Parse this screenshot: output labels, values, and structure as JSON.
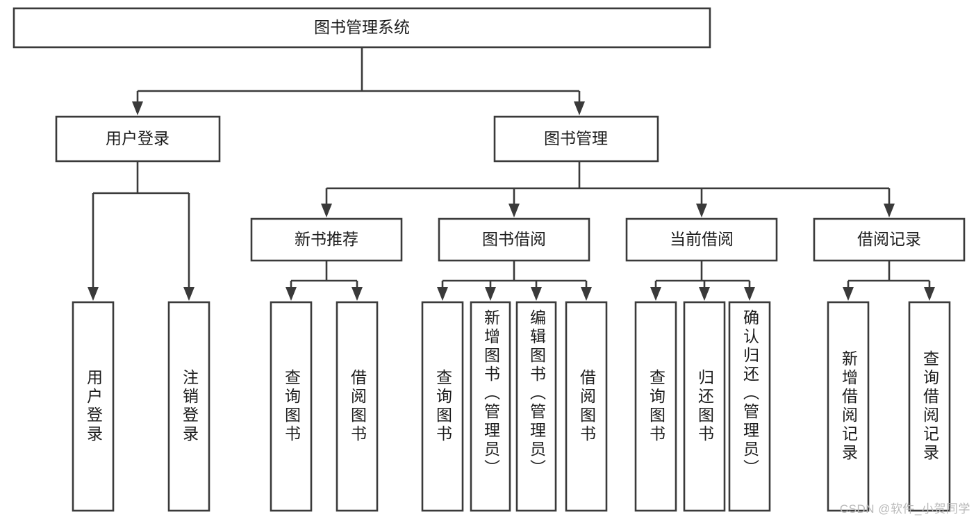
{
  "diagram": {
    "title": "图书管理系统",
    "watermark": "CSDN @软件_小贺同学",
    "colors": {
      "box_stroke": "#3a3a3a",
      "box_fill": "#ffffff",
      "text": "#1c1c1c",
      "background": "#ffffff",
      "watermark": "#b9b9b9"
    },
    "root": {
      "label": "图书管理系统"
    },
    "level2": [
      {
        "label": "用户登录"
      },
      {
        "label": "图书管理"
      }
    ],
    "level3": [
      {
        "label": "新书推荐"
      },
      {
        "label": "图书借阅"
      },
      {
        "label": "当前借阅"
      },
      {
        "label": "借阅记录"
      }
    ],
    "leaves": [
      {
        "label": "用户登录",
        "parent": "用户登录"
      },
      {
        "label": "注销登录",
        "parent": "用户登录"
      },
      {
        "label": "查询图书",
        "parent": "新书推荐"
      },
      {
        "label": "借阅图书",
        "parent": "新书推荐"
      },
      {
        "label": "查询图书",
        "parent": "图书借阅"
      },
      {
        "label": "新增图书（管理员）",
        "parent": "图书借阅"
      },
      {
        "label": "编辑图书（管理员）",
        "parent": "图书借阅"
      },
      {
        "label": "借阅图书",
        "parent": "图书借阅"
      },
      {
        "label": "查询图书",
        "parent": "当前借阅"
      },
      {
        "label": "归还图书",
        "parent": "当前借阅"
      },
      {
        "label": "确认归还（管理员）",
        "parent": "当前借阅"
      },
      {
        "label": "新增借阅记录",
        "parent": "借阅记录"
      },
      {
        "label": "查询借阅记录",
        "parent": "借阅记录"
      }
    ]
  },
  "chart_data": {
    "type": "table",
    "title": "图书管理系统",
    "structure": "tree",
    "levels": [
      [
        "图书管理系统"
      ],
      [
        "用户登录",
        "图书管理"
      ],
      [
        "新书推荐",
        "图书借阅",
        "当前借阅",
        "借阅记录"
      ],
      [
        "用户登录",
        "注销登录",
        "查询图书",
        "借阅图书",
        "查询图书",
        "新增图书（管理员）",
        "编辑图书（管理员）",
        "借阅图书",
        "查询图书",
        "归还图书",
        "确认归还（管理员）",
        "新增借阅记录",
        "查询借阅记录"
      ]
    ],
    "edges": [
      [
        "图书管理系统",
        "用户登录"
      ],
      [
        "图书管理系统",
        "图书管理"
      ],
      [
        "用户登录",
        "用户登录"
      ],
      [
        "用户登录",
        "注销登录"
      ],
      [
        "图书管理",
        "新书推荐"
      ],
      [
        "图书管理",
        "图书借阅"
      ],
      [
        "图书管理",
        "当前借阅"
      ],
      [
        "图书管理",
        "借阅记录"
      ],
      [
        "新书推荐",
        "查询图书"
      ],
      [
        "新书推荐",
        "借阅图书"
      ],
      [
        "图书借阅",
        "查询图书"
      ],
      [
        "图书借阅",
        "新增图书（管理员）"
      ],
      [
        "图书借阅",
        "编辑图书（管理员）"
      ],
      [
        "图书借阅",
        "借阅图书"
      ],
      [
        "当前借阅",
        "查询图书"
      ],
      [
        "当前借阅",
        "归还图书"
      ],
      [
        "当前借阅",
        "确认归还（管理员）"
      ],
      [
        "借阅记录",
        "新增借阅记录"
      ],
      [
        "借阅记录",
        "查询借阅记录"
      ]
    ]
  }
}
